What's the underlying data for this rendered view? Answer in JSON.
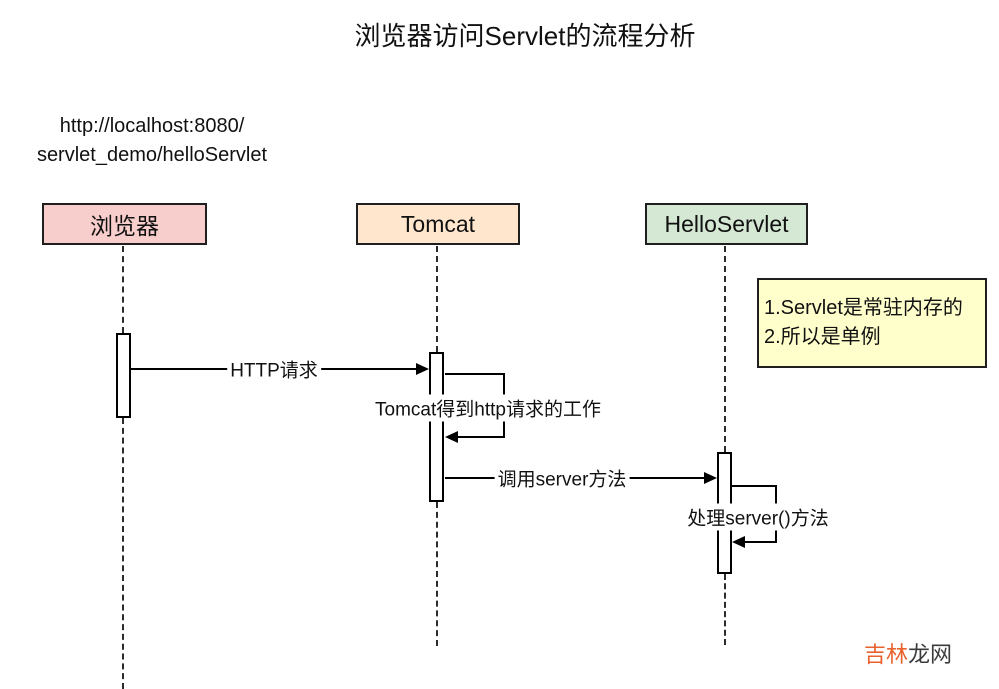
{
  "title": "浏览器访问Servlet的流程分析",
  "url_label": {
    "line1": "http://localhost:8080/",
    "line2": "servlet_demo/helloServlet"
  },
  "actors": {
    "browser": {
      "label": "浏览器",
      "fill": "#f8cecc"
    },
    "tomcat": {
      "label": "Tomcat",
      "fill": "#ffe6cc"
    },
    "helloservlet": {
      "label": "HelloServlet",
      "fill": "#d5e8d4"
    }
  },
  "messages": {
    "http_request": "HTTP请求",
    "tomcat_work": "Tomcat得到http请求的工作",
    "call_server": "调用server方法",
    "handle_server": "处理server()方法"
  },
  "note": {
    "line1": "1.Servlet是常驻内存的",
    "line2": "2.所以是单例",
    "fill": "#ffffcc"
  },
  "watermark": {
    "part1": "吉林",
    "part2": "龙网",
    "color1": "#e8622d",
    "color2": "#3b3b3b"
  },
  "diagram_colors": {
    "line": "#000000",
    "lifeline": "#2b2b2b",
    "border": "#1f1f1f"
  }
}
